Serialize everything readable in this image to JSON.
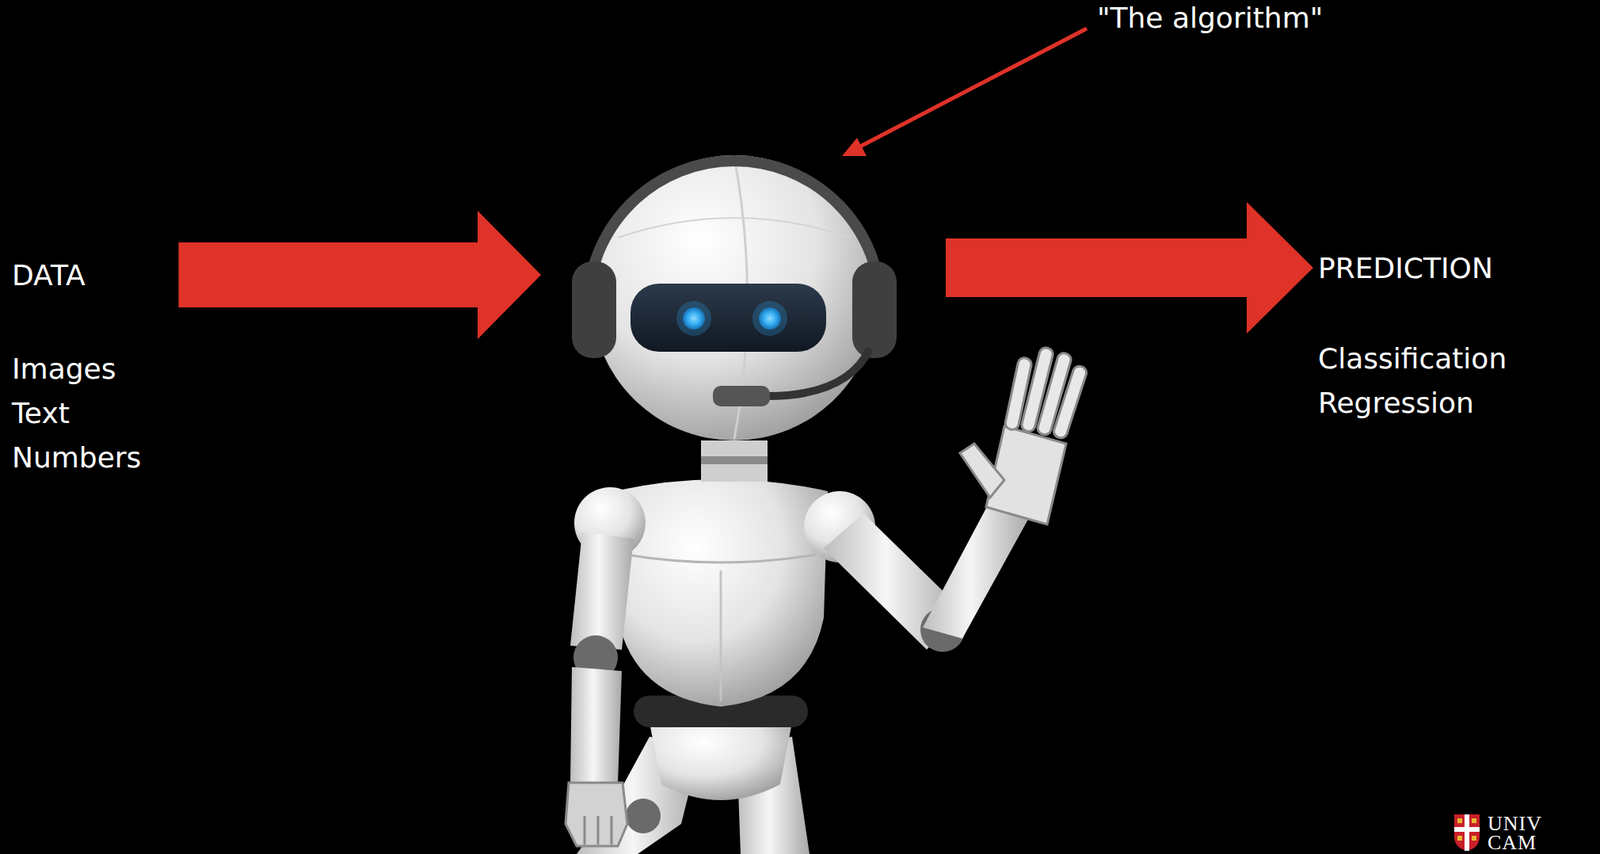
{
  "diagram": {
    "nodes": [
      {
        "text": [
          "DATA",
          "Images",
          "Text",
          "Numbers"
        ]
      },
      {
        "text": [
          "\"The algorithm\""
        ]
      },
      {
        "text": [
          "PREDICTION",
          "Classification",
          "Regression"
        ]
      }
    ],
    "edges": [
      {
        "from": 0,
        "to": 1,
        "arrow": "to"
      },
      {
        "from": 1,
        "to": 2,
        "arrow": "to"
      }
    ],
    "labels": [
      "UNIV",
      "CAM"
    ]
  }
}
